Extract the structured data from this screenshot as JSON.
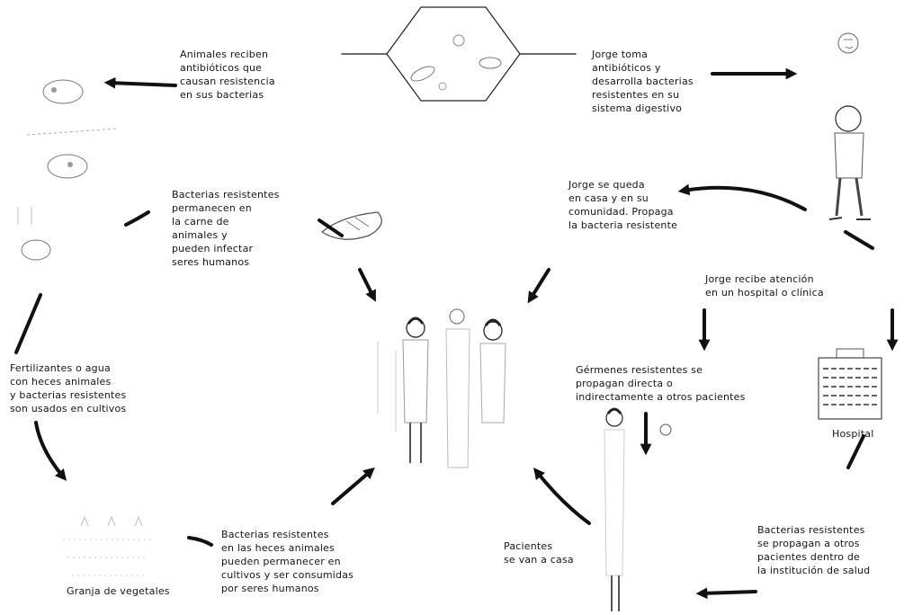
{
  "colors": {
    "ink": "#151515",
    "sketch": "#6e6e6e",
    "background": "#ffffff"
  },
  "captions": {
    "animals_antibiotics": [
      "Animales reciben",
      "antibióticos que",
      "causan resistencia",
      "en sus bacterias"
    ],
    "jorge_takes": [
      "Jorge toma",
      "antibióticos y",
      "desarrolla bacterias",
      "resistentes en su",
      "sistema digestivo"
    ],
    "meat_bacteria": [
      "Bacterias resistentes",
      "permanecen en",
      "la carne de",
      "animales y",
      "pueden infectar",
      "seres humanos"
    ],
    "jorge_home": [
      "Jorge se queda",
      "en casa y en su",
      "comunidad. Propaga",
      "la bacteria resistente"
    ],
    "jorge_hospital": [
      "Jorge recibe atención",
      "en un hospital o clínica"
    ],
    "fertilizer": [
      "Fertilizantes o agua",
      "con heces animales",
      "y bacterias resistentes",
      "son usados en cultivos"
    ],
    "germs_spread": [
      "Gérmenes resistentes se",
      "propagan directa o",
      "indirectamente a otros pacientes"
    ],
    "hospital": "Hospital",
    "hospital_spread": [
      "Bacterias resistentes",
      "se propagan a otros",
      "pacientes dentro de",
      "la institución de salud"
    ],
    "patients_home": [
      "Pacientes",
      "se van a casa"
    ],
    "feces_crops": [
      "Bacterias resistentes",
      "en las heces animales",
      "pueden permanecer en",
      "cultivos y ser consumidas",
      "por seres humanos"
    ],
    "vegetable_farm": "Granja de vegetales"
  },
  "icons": [
    "antibiotic-hexagon-icon",
    "animal-farm-icon",
    "person-icon",
    "people-group-icon",
    "hospital-building-icon",
    "vegetable-farm-icon",
    "meat-icon"
  ]
}
